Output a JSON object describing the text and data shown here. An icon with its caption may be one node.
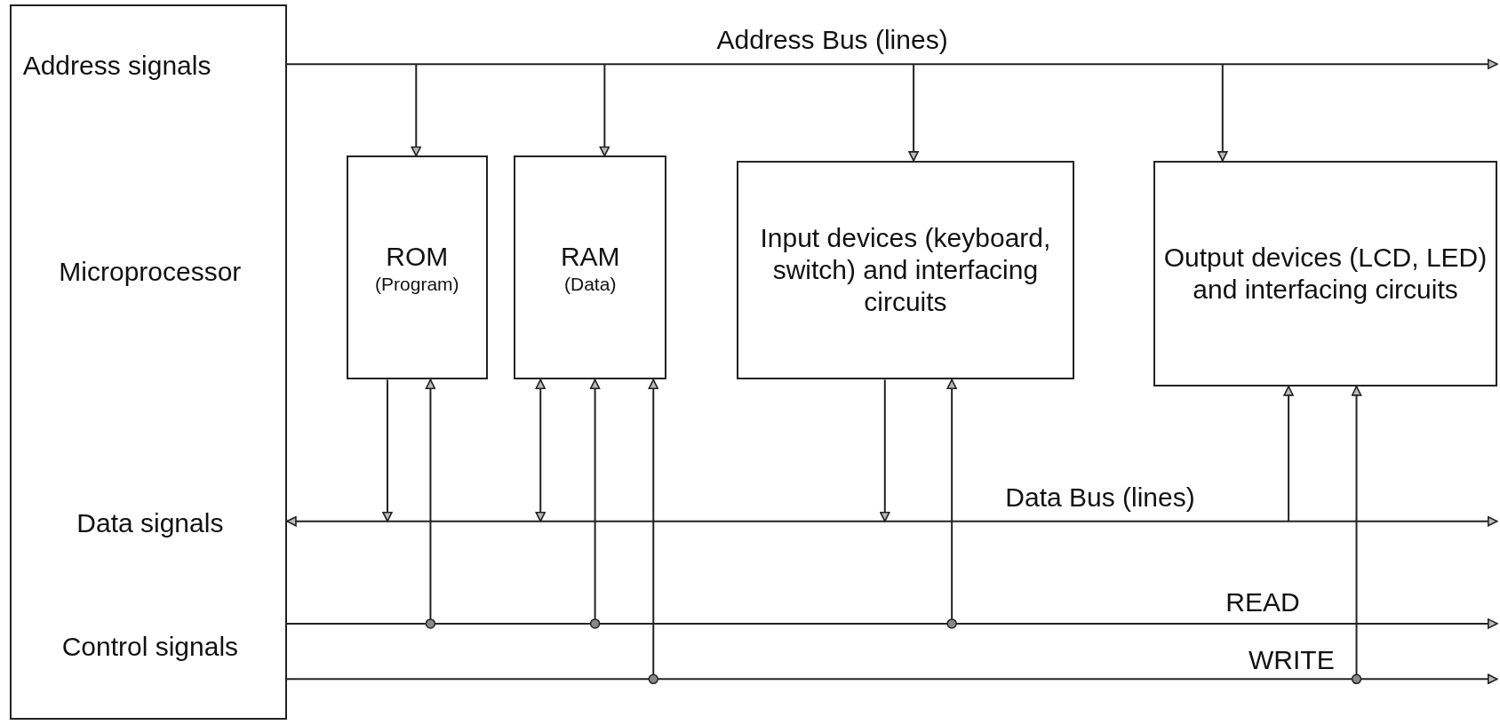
{
  "diagram": {
    "nodes": [
      {
        "text": [
          "Address signals",
          "Microprocessor",
          "Data signals",
          "Control signals"
        ]
      },
      {
        "text": [
          "ROM",
          "(Program)"
        ]
      },
      {
        "text": [
          "RAM",
          "(Data)"
        ]
      },
      {
        "text": [
          "Input devices (keyboard, switch) and interfacing circuits"
        ]
      },
      {
        "text": [
          "Output devices (LCD, LED) and interfacing circuits"
        ]
      }
    ],
    "edges": [
      {
        "from": 0,
        "to": null,
        "arrow": "to",
        "label": "Address Bus (lines)"
      },
      {
        "from": null,
        "to": 1,
        "arrow": "to"
      },
      {
        "from": null,
        "to": 2,
        "arrow": "to"
      },
      {
        "from": null,
        "to": 3,
        "arrow": "to"
      },
      {
        "from": null,
        "to": 4,
        "arrow": "to"
      },
      {
        "from": 0,
        "to": null,
        "arrow": "both",
        "label": "Data Bus (lines)"
      },
      {
        "from": 1,
        "to": null,
        "arrow": "to"
      },
      {
        "from": 2,
        "to": null,
        "arrow": "both"
      },
      {
        "from": 3,
        "to": null,
        "arrow": "to"
      },
      {
        "from": null,
        "to": 4,
        "arrow": "to"
      },
      {
        "from": 0,
        "to": null,
        "arrow": "to",
        "label": "READ"
      },
      {
        "from": null,
        "to": 1,
        "arrow": "to"
      },
      {
        "from": null,
        "to": 2,
        "arrow": "to"
      },
      {
        "from": null,
        "to": 3,
        "arrow": "to"
      },
      {
        "from": 0,
        "to": null,
        "arrow": "to",
        "label": "WRITE"
      },
      {
        "from": null,
        "to": 2,
        "arrow": "to"
      },
      {
        "from": null,
        "to": 4,
        "arrow": "to"
      }
    ]
  }
}
